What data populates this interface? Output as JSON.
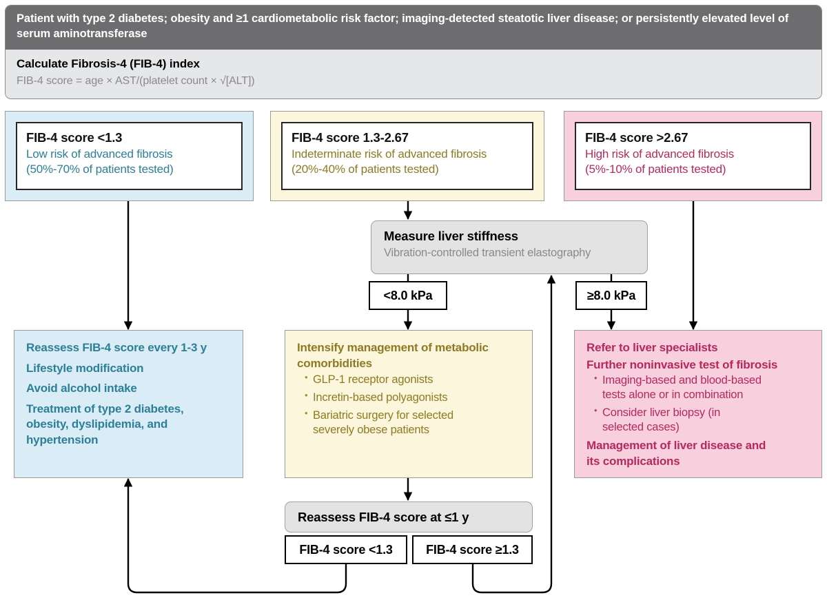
{
  "header": {
    "population": "Patient with type 2 diabetes; obesity and ≥1 cardiometabolic risk factor; imaging-detected steatotic liver disease; or persistently elevated level of serum aminotransferase",
    "step_title": "Calculate Fibrosis-4 (FIB-4) index",
    "formula": "FIB-4 score = age × AST/(platelet count × √[ALT])"
  },
  "risk_tiers": [
    {
      "id": "low",
      "score": "FIB-4 score <1.3",
      "risk": "Low risk of advanced fibrosis",
      "proportion": "(50%-70% of patients tested)",
      "fill": "#daedf7",
      "text_color": "#2d7f96"
    },
    {
      "id": "indeterminate",
      "score": "FIB-4 score 1.3-2.67",
      "risk": "Indeterminate risk of advanced fibrosis",
      "proportion": "(20%-40% of patients tested)",
      "fill": "#fbf6dc",
      "text_color": "#8d7b24"
    },
    {
      "id": "high",
      "score": "FIB-4 score >2.67",
      "risk": "High risk of advanced fibrosis",
      "proportion": "(5%-10% of patients tested)",
      "fill": "#f7cfdd",
      "text_color": "#b42a5e"
    }
  ],
  "stiffness": {
    "title": "Measure liver stiffness",
    "method": "Vibration-controlled transient elastography",
    "threshold_low": "<8.0 kPa",
    "threshold_high": "≥8.0 kPa"
  },
  "low_risk_panel": {
    "lines": [
      "Reassess FIB-4 score every 1-3 y",
      "Lifestyle modification",
      "Avoid alcohol intake",
      "Treatment of type 2 diabetes, obesity, dyslipidemia, and hypertension"
    ]
  },
  "indeterminate_panel": {
    "heading": "Intensify management of metabolic comorbidities",
    "bullets": [
      "GLP-1 receptor agonists",
      "Incretin-based polyagonists",
      "Bariatric surgery for selected severely obese patients"
    ]
  },
  "high_risk_panel": {
    "heading_1": "Refer to liver specialists",
    "heading_2": "Further noninvasive test of fibrosis",
    "bullets": [
      "Imaging-based and blood-based tests alone or in combination",
      "Consider liver biopsy (in selected cases)"
    ],
    "heading_3": "Management of liver disease and its complications"
  },
  "reassess": {
    "title": "Reassess FIB-4 score at ≤1 y",
    "branch_low": "FIB-4 score <1.3",
    "branch_high": "FIB-4 score ≥1.3"
  }
}
